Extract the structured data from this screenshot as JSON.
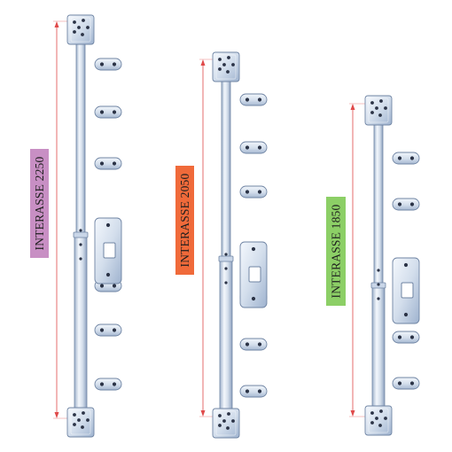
{
  "assemblies": [
    {
      "id": "2250",
      "label": "INTERASSE 2250",
      "badge_color": "#c88fc4",
      "dimension_color": "#e04a4a"
    },
    {
      "id": "2050",
      "label": "INTERASSE 2050",
      "badge_color": "#f06a3a",
      "dimension_color": "#e04a4a"
    },
    {
      "id": "1850",
      "label": "INTERASSE 1850",
      "badge_color": "#8ccf66",
      "dimension_color": "#e04a4a"
    }
  ],
  "colors": {
    "metal_light": "#eef3fa",
    "metal_mid": "#c9d6e8",
    "metal_dark": "#8fa3bf",
    "metal_outline": "#6f84a3",
    "hole": "#2b3346"
  },
  "icons": {
    "hinge_plate": "hinge-plate-icon",
    "mounting_bracket": "mounting-bracket-icon",
    "center_lock_plate": "center-lock-plate-icon"
  }
}
